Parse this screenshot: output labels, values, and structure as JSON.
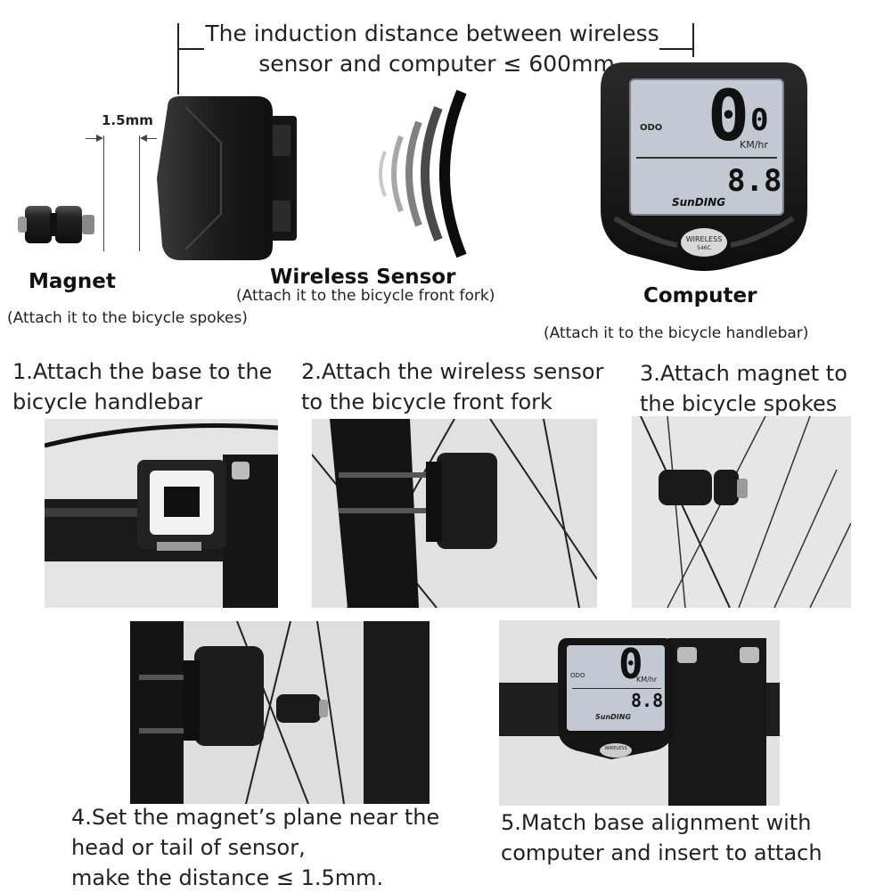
{
  "header": {
    "distance_line1": "The induction distance between wireless",
    "distance_line2": "sensor and computer ≤ 600mm"
  },
  "magnet": {
    "gap_label": "1.5mm",
    "title": "Magnet",
    "note": "(Attach it to the bicycle spokes)"
  },
  "sensor": {
    "title": "Wireless Sensor",
    "note": "(Attach it to the bicycle front fork)"
  },
  "computer": {
    "title": "Computer",
    "note": "(Attach it to the bicycle handlebar)",
    "screen": {
      "odo": "ODO",
      "speed_big": "0",
      "speed_small": "0",
      "unit": "KM/hr",
      "bottom": "8.8",
      "brand": "SunDING",
      "badge": "WIRELESS",
      "model": "546C"
    }
  },
  "steps": [
    {
      "line1": "1.Attach the base to the",
      "line2": "bicycle handlebar"
    },
    {
      "line1": "2.Attach the wireless sensor",
      "line2": "to the bicycle front fork"
    },
    {
      "line1": "3.Attach magnet to",
      "line2": "the bicycle spokes"
    },
    {
      "line1": "4.Set the magnet’s plane near the",
      "line2": "head or tail of sensor,",
      "line3": "make the distance ≤ 1.5mm."
    },
    {
      "line1": "5.Match base alignment with",
      "line2": "computer and insert to attach"
    }
  ],
  "photo5_screen": {
    "speed": "0",
    "unit": "KM/hr",
    "bottom": "8.8",
    "odo": "ODO",
    "brand": "SunDING",
    "badge": "WIRELESS"
  },
  "colors": {
    "device_black": "#1b1b1b",
    "lcd": "#c4c8d2",
    "text": "#222222"
  }
}
